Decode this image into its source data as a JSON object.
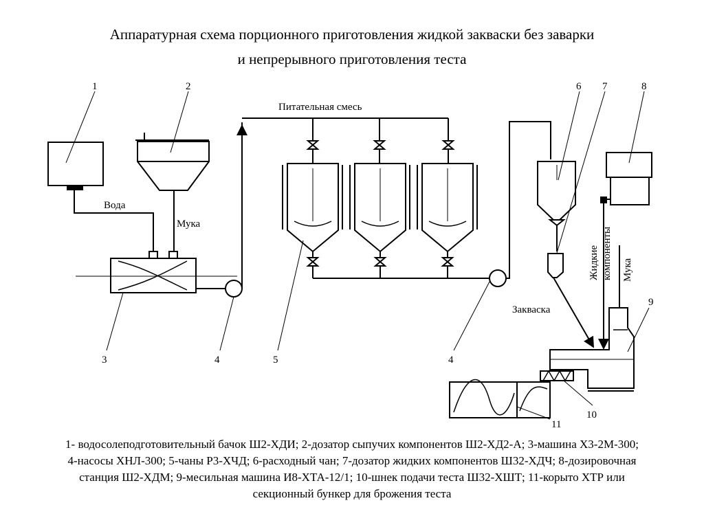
{
  "title": {
    "line1": "Аппаратурная схема порционного приготовления жидкой закваски без заварки",
    "line2": "и непрерывного приготовления теста"
  },
  "diagram": {
    "labels": {
      "voda": "Вода",
      "muka": "Мука",
      "mix": "Питательная смесь",
      "zakvaska": "Закваска",
      "liquid1": "Жидкие",
      "liquid2": "компоненты",
      "muka2": "Мука"
    },
    "numbers": [
      "1",
      "2",
      "3",
      "4",
      "5",
      "4",
      "6",
      "7",
      "8",
      "9",
      "10",
      "11"
    ]
  },
  "caption": {
    "line1": "1- водосолеподготовительный бачок Ш2-ХДИ; 2-дозатор сыпучих компонентов Ш2-ХД2-А; 3-машина Х3-2М-300;",
    "line2": "4-насосы ХНЛ-300; 5-чаны Р3-ХЧД; 6-расходный чан; 7-дозатор жидких компонентов Ш32-ХДЧ; 8-дозировочная",
    "line3": "станция Ш2-ХДМ; 9-месильная машина И8-ХТА-12/1; 10-шнек подачи теста Ш32-ХШТ; 11-корыто ХТР или",
    "line4": "секционный бункер для брожения теста"
  }
}
